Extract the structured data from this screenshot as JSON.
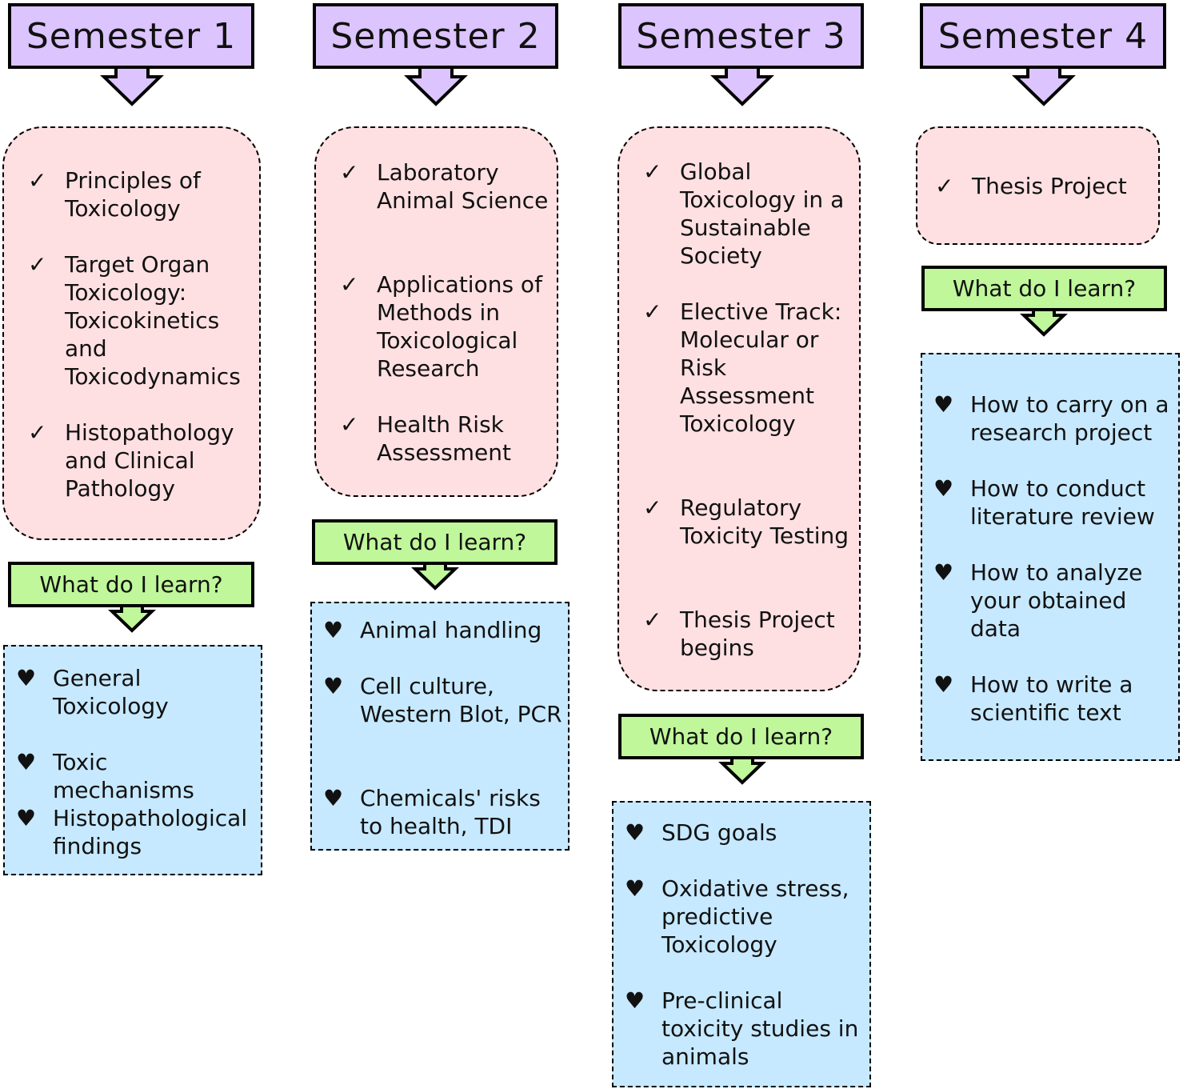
{
  "colors": {
    "semester_fill": "#dcc4ff",
    "course_fill": "#ffe0e2",
    "question_fill": "#bff79a",
    "learn_fill": "#c6e9ff",
    "outline": "#000000"
  },
  "icons": {
    "course_bullet": "check-icon",
    "learn_bullet": "heart-icon"
  },
  "check_mark": "✓",
  "heart_mark": "♥",
  "semesters": [
    {
      "title": "Semester 1",
      "question": "What do I learn?",
      "courses": [
        "Principles of Toxicology",
        "Target Organ Toxicology: Toxicokinetics and Toxicodynamics",
        "Histopathology and Clinical Pathology"
      ],
      "outcomes": [
        "General Toxicology",
        "Toxic mechanisms",
        "Histopathological findings"
      ]
    },
    {
      "title": "Semester 2",
      "question": "What do I learn?",
      "courses": [
        "Laboratory Animal Science",
        "Applications of Methods in Toxicological Research",
        "Health Risk Assessment"
      ],
      "outcomes": [
        "Animal handling",
        "Cell culture, Western Blot, PCR",
        "Chemicals' risks to health, TDI"
      ]
    },
    {
      "title": "Semester 3",
      "question": "What do I learn?",
      "courses": [
        "Global Toxicology in a Sustainable Society",
        "Elective Track: Molecular or Risk Assessment Toxicology",
        "Regulatory Toxicity Testing",
        "Thesis Project begins"
      ],
      "outcomes": [
        "SDG goals",
        "Oxidative stress, predictive Toxicology",
        "Pre-clinical toxicity studies in animals"
      ]
    },
    {
      "title": "Semester 4",
      "question": "What do I learn?",
      "courses": [
        "Thesis Project"
      ],
      "outcomes": [
        "How to carry on a research project",
        "How to conduct literature review",
        "How to analyze your obtained data",
        "How to write a scientific text"
      ]
    }
  ]
}
